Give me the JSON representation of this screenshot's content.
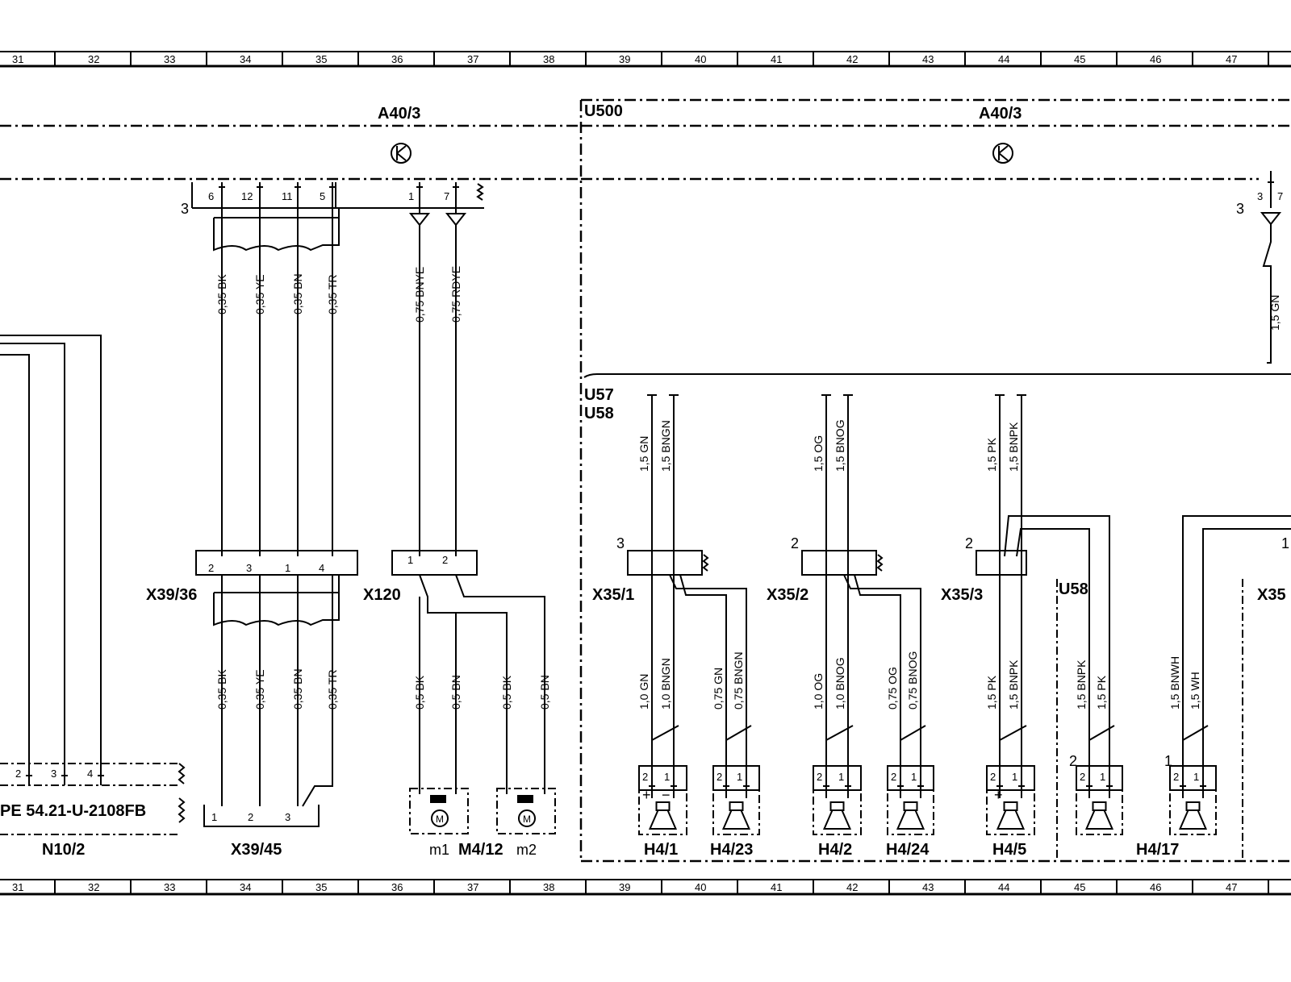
{
  "ruler": {
    "columns": [
      "31",
      "32",
      "33",
      "34",
      "35",
      "36",
      "37",
      "38",
      "39",
      "40",
      "41",
      "42",
      "43",
      "44",
      "45",
      "46",
      "47"
    ]
  },
  "groups": {
    "a40_left": "A40/3",
    "a40_right": "A40/3",
    "u500": "U500",
    "u57": "U57",
    "u58_top": "U58",
    "u58_bottom": "U58"
  },
  "components": {
    "n10_2": "N10/2",
    "n10_2_ref": "PE  54.21-U-2108FB",
    "x39_36": "X39/36",
    "x39_45": "X39/45",
    "x120": "X120",
    "m4_12": "M4/12",
    "m1": "m1",
    "m2": "m2",
    "x35_1": "X35/1",
    "x35_2": "X35/2",
    "x35_3": "X35/3",
    "x35_cut": "X35",
    "h4_1": "H4/1",
    "h4_23": "H4/23",
    "h4_2": "H4/2",
    "h4_24": "H4/24",
    "h4_5": "H4/5",
    "h4_17": "H4/17"
  },
  "wires": {
    "x39_top": [
      "0,35 BK",
      "0,35 YE",
      "0,35 BN",
      "0,35 TR"
    ],
    "x39_bottom": [
      "0,35 BK",
      "0,35 YE",
      "0,35 BN",
      "0,35 TR"
    ],
    "x120_top": [
      "0,75 BNYE",
      "0,75 RDYE"
    ],
    "x120_bottom": [
      "0,5 BK",
      "0,5 BN",
      "0,5 BK",
      "0,5 BN"
    ],
    "right_top_cut": "1,5 GN",
    "x35_1_top": [
      "1,5 GN",
      "1,5 BNGN"
    ],
    "x35_2_top": [
      "1,5 OG",
      "1,5 BNOG"
    ],
    "x35_3_top": [
      "1,5 PK",
      "1,5 BNPK"
    ],
    "h4_1": [
      "1,0 GN",
      "1,0 BNGN"
    ],
    "h4_23": [
      "0,75 GN",
      "0,75 BNGN"
    ],
    "h4_2": [
      "1,0 OG",
      "1,0 BNOG"
    ],
    "h4_24": [
      "0,75 OG",
      "0,75 BNOG"
    ],
    "h4_5": [
      "1,5 PK",
      "1,5 BNPK"
    ],
    "h4_17a": [
      "1,5 BNPK",
      "1,5 PK"
    ],
    "h4_17b": [
      "1,5 BNWH",
      "1,5 WH"
    ]
  },
  "pins": {
    "a40_left": [
      "6",
      "12",
      "11",
      "5",
      "1",
      "7"
    ],
    "a40_right": [
      "3",
      "7"
    ],
    "x39_36": [
      "2",
      "3",
      "1",
      "4"
    ],
    "x39_45": [
      "1",
      "2",
      "3"
    ],
    "x120": [
      "1",
      "2"
    ],
    "n10_2": [
      "2",
      "3",
      "4"
    ],
    "x35": [
      "2",
      "1"
    ],
    "spk": [
      "2",
      "1"
    ],
    "marks": [
      "3",
      "3",
      "3",
      "2",
      "2",
      "1",
      "2",
      "1"
    ],
    "polarity": [
      "+",
      "−",
      "+"
    ]
  }
}
